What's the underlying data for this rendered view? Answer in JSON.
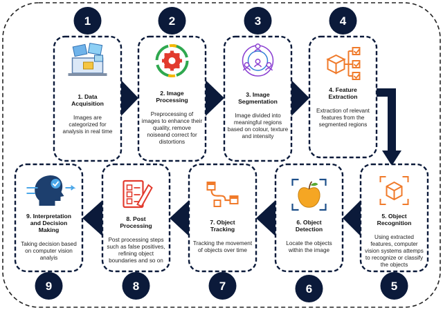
{
  "colors": {
    "navy": "#0b1a3a",
    "orange": "#f07a2a",
    "purple": "#8a3fd1",
    "blue": "#2f7fd6",
    "apple": "#f5a623"
  },
  "steps": [
    {
      "number": "1",
      "title": [
        "1. Data",
        "Acquisition"
      ],
      "desc": [
        "Images are",
        "categorized for",
        "analysis in real time"
      ],
      "icon": "laptop-photos-icon"
    },
    {
      "number": "2",
      "title": [
        "2. Image",
        "Processing"
      ],
      "desc": [
        "Preprocessing of",
        "images to enhance their",
        "quality,  remove",
        "noiseand correct for",
        "distortions"
      ],
      "icon": "gear-cycle-icon"
    },
    {
      "number": "3",
      "title": [
        "3. Image",
        "Segmentation"
      ],
      "desc": [
        "Image divided into",
        "meaningful regions",
        "based on colour, texture",
        "and intensity"
      ],
      "icon": "people-network-icon"
    },
    {
      "number": "4",
      "title": [
        "4. Feature",
        "Extraction"
      ],
      "desc": [
        "Extraction of relevant",
        "features from the",
        "segmented regions"
      ],
      "icon": "box-checklist-icon"
    },
    {
      "number": "5",
      "title": [
        "5. Object",
        "Recognition"
      ],
      "desc": [
        "Using extracted",
        "features, computer",
        "vision systems attemps",
        "to recognize or classify",
        "the objects"
      ],
      "icon": "cube-frame-icon"
    },
    {
      "number": "6",
      "title": [
        "6. Object",
        "Detection"
      ],
      "desc": [
        "Locate the objects",
        "within the image"
      ],
      "icon": "apple-frame-icon"
    },
    {
      "number": "7",
      "title": [
        "7. Object",
        "Tracking"
      ],
      "desc": [
        "Tracking the movement",
        "of objects over time"
      ],
      "icon": "tracking-path-icon"
    },
    {
      "number": "8",
      "title": [
        "8. Post",
        "Processing"
      ],
      "desc": [
        "Post processing steps",
        "such as false positives,",
        "refining object",
        "boundaries and so on"
      ],
      "icon": "edit-document-icon"
    },
    {
      "number": "9",
      "title": [
        "9. Interpretation",
        "and Decision",
        "Making"
      ],
      "desc": [
        "Taking decision based",
        "on computer vision",
        "analyis"
      ],
      "icon": "head-decision-icon"
    }
  ]
}
